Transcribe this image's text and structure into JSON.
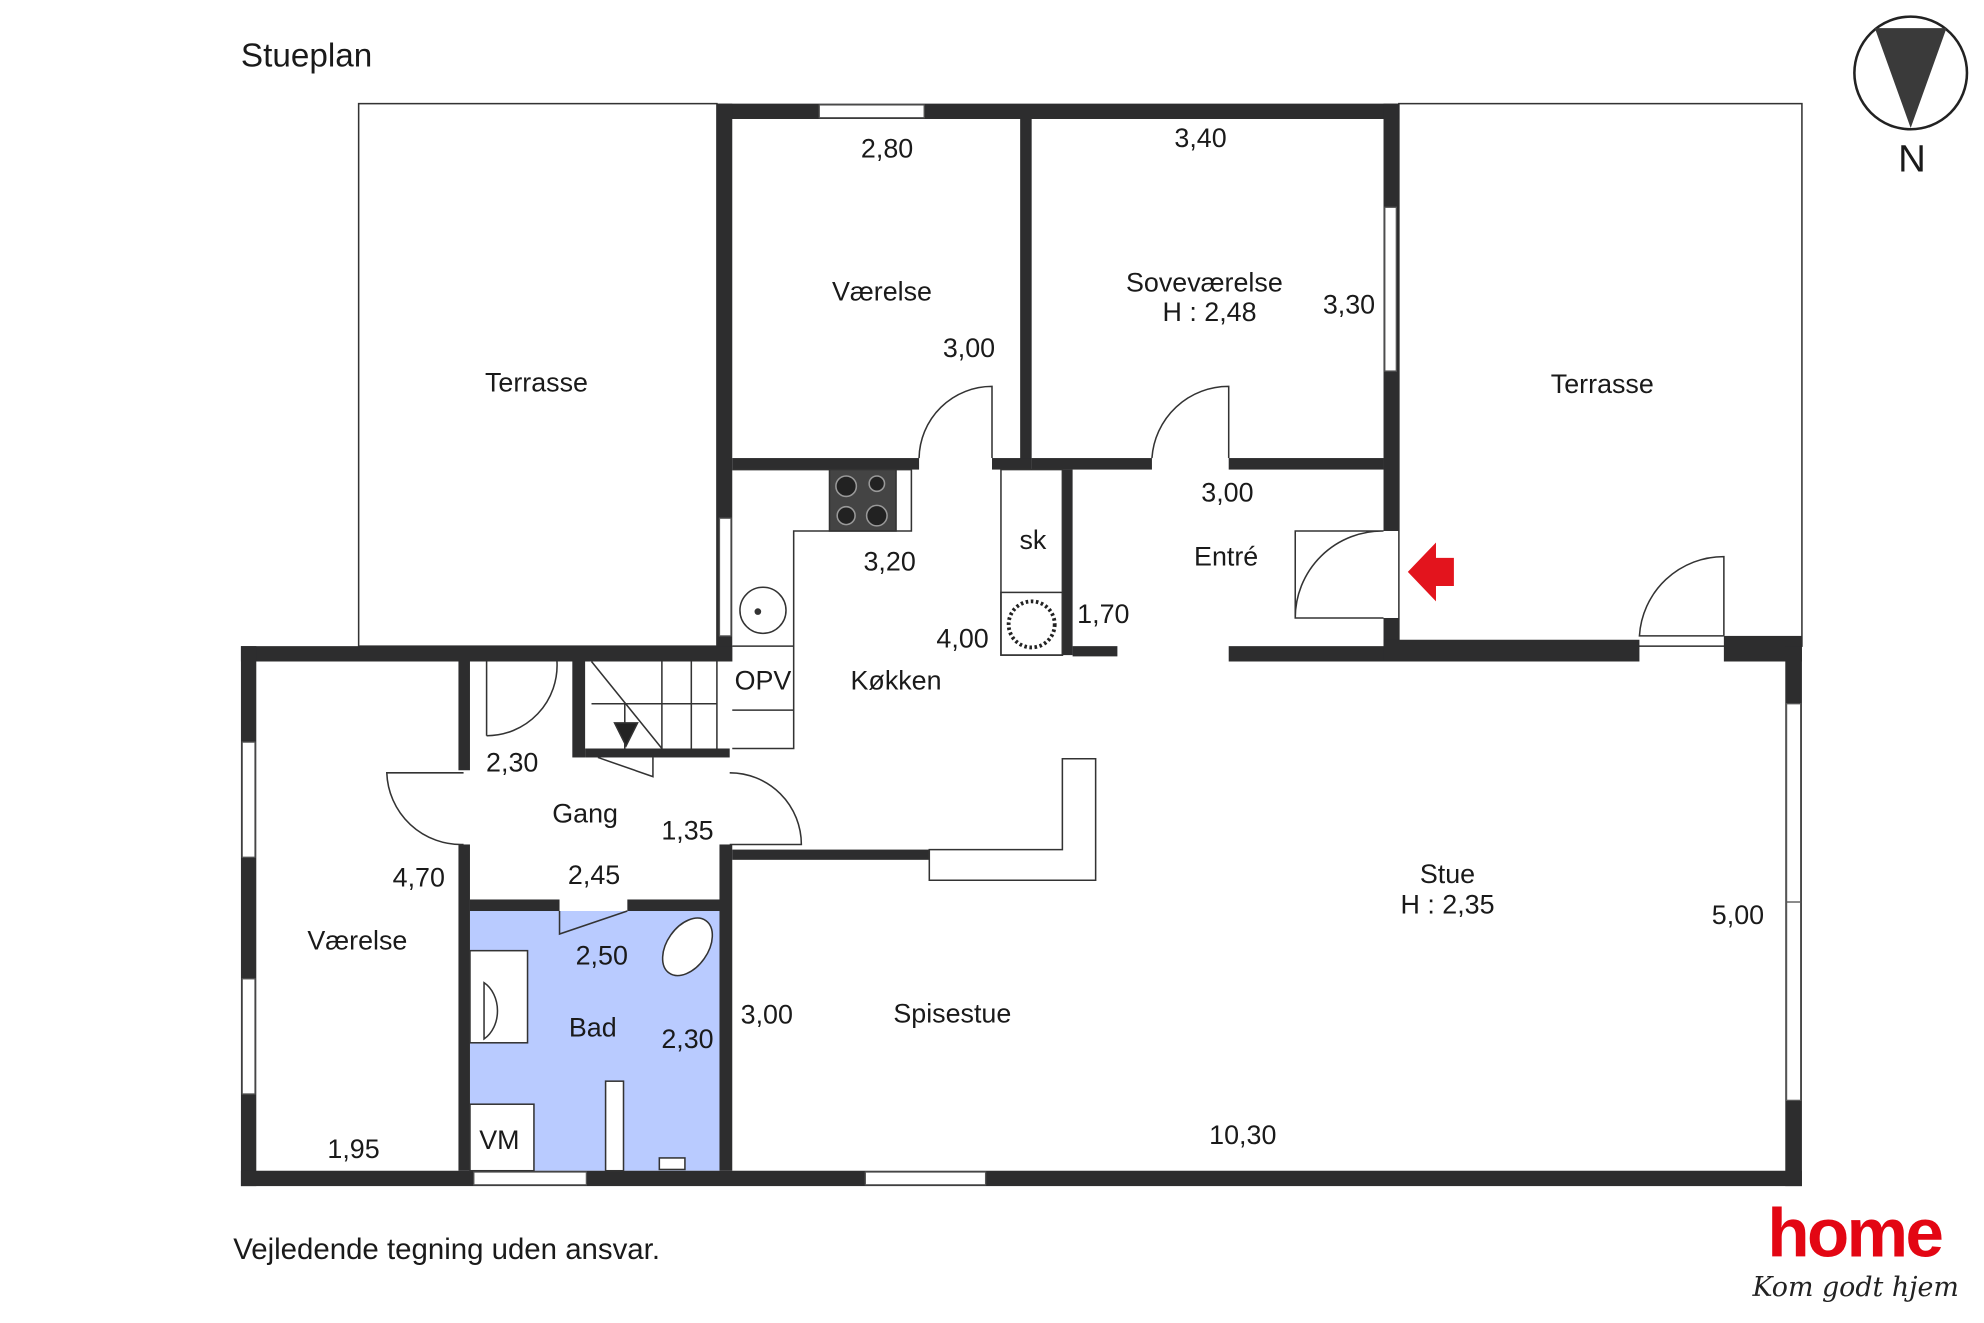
{
  "title": "Stueplan",
  "disclaimer": "Vejledende tegning uden ansvar.",
  "compass": {
    "label": "N"
  },
  "rooms": {
    "terrasse_left": "Terrasse",
    "terrasse_right": "Terrasse",
    "vaerelse_top": "Værelse",
    "sovevaerelse": "Soveværelse",
    "sovevaerelse_height": "H : 2,48",
    "kokken": "Køkken",
    "opv": "OPV",
    "sk": "sk",
    "entre": "Entré",
    "gang": "Gang",
    "vaerelse_left": "Værelse",
    "bad": "Bad",
    "vm": "VM",
    "spisestue": "Spisestue",
    "stue": "Stue",
    "stue_height": "H : 2,35"
  },
  "dimensions": {
    "vaerelse_top_width": "2,80",
    "vaerelse_top_depth": "3,00",
    "sovevaerelse_width": "3,40",
    "sovevaerelse_depth": "3,30",
    "entre_width": "3,00",
    "entre_depth": "1,70",
    "kokken_width": "3,20",
    "kokken_depth": "4,00",
    "gang_width": "2,30",
    "gang_depth": "1,35",
    "gang_bottom": "2,45",
    "vaerelse_left_depth": "4,70",
    "vaerelse_left_width": "1,95",
    "bad_width": "2,50",
    "bad_depth": "2,30",
    "spisestue_depth": "3,00",
    "stue_depth": "5,00",
    "stue_width": "10,30"
  },
  "logo": {
    "brand": "home",
    "tagline": "Kom godt hjem"
  },
  "colors": {
    "wall": "#2d2d2e",
    "bathroom": "#b9cbff",
    "entry_arrow": "#e3141d",
    "brand": "#e30613"
  }
}
